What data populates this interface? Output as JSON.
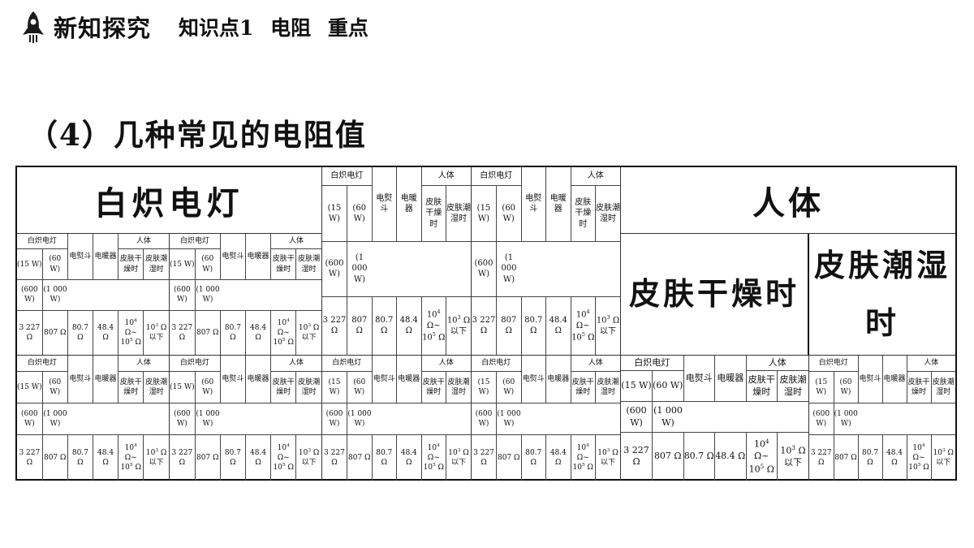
{
  "header": {
    "section_title": "新知探究",
    "topic": "知识点1",
    "topic_name": "电阻",
    "topic_tag": "重点"
  },
  "subtitle": "（4）几种常见的电阻值",
  "zoomed_labels": {
    "lamp": "白炽电灯",
    "body": "人体",
    "dry": "皮肤干燥时",
    "wet": "皮肤潮湿时"
  },
  "mini_table": {
    "lamp": "白炽电灯",
    "iron": "电熨斗",
    "heater": "电暖器",
    "body": "人体",
    "w15": "(15 W)",
    "w60": "(60 W)",
    "w600": "(600 W)",
    "w1000": "(1 000 W)",
    "dry": "皮肤干燥时",
    "wet": "皮肤潮湿时",
    "r15": "3 227 Ω",
    "r60": "807 Ω",
    "r600": "80.7 Ω",
    "r1000": "48.4 Ω",
    "dry_a_base": "10",
    "dry_a_exp": "4",
    "dry_a_unit": " Ω~",
    "dry_b_base": "10",
    "dry_b_exp": "5",
    "dry_b_unit": " Ω",
    "wet_base": "10",
    "wet_exp": "3",
    "wet_unit": " Ω",
    "wet_below": "以下"
  }
}
